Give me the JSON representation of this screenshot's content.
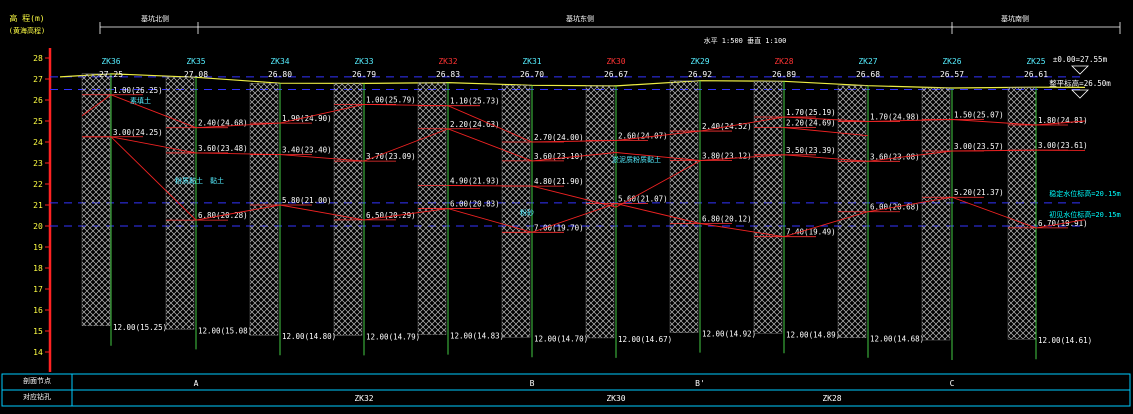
{
  "header": {
    "axis_title_1": "高 程(m)",
    "axis_title_2": "(黄海高程)",
    "section_left": "基坑北侧",
    "section_mid": "基坑东侧",
    "section_right": "基坑南侧",
    "scale_text": "水平 1:500    垂直 1:100"
  },
  "elevation_ticks": [
    "28",
    "27",
    "26",
    "25",
    "24",
    "23",
    "22",
    "21",
    "20",
    "19",
    "18",
    "17",
    "16",
    "15",
    "14"
  ],
  "boreholes": [
    {
      "id": "ZK36",
      "top": "27.25",
      "color": "cyan",
      "bottom_label": "12.00(15.25)",
      "layers": [
        {
          "t": "1.00(26.25)",
          "side": "right"
        },
        {
          "t": "3.00(24.25)",
          "side": "right"
        }
      ]
    },
    {
      "id": "ZK35",
      "top": "27.08",
      "color": "cyan",
      "bottom_label": "12.00(15.08)",
      "layers": [
        {
          "t": "2.40(24.68)",
          "side": "right"
        },
        {
          "t": "3.60(23.48)",
          "side": "right"
        },
        {
          "t": "6.80(20.28)",
          "side": "right"
        }
      ]
    },
    {
      "id": "ZK34",
      "top": "26.80",
      "color": "cyan",
      "bottom_label": "12.00(14.80)",
      "layers": [
        {
          "t": "1.90(24.90)",
          "side": "right"
        },
        {
          "t": "3.40(23.40)",
          "side": "right"
        },
        {
          "t": "5.80(21.00)",
          "side": "right"
        }
      ]
    },
    {
      "id": "ZK33",
      "top": "26.79",
      "color": "cyan",
      "bottom_label": "12.00(14.79)",
      "layers": [
        {
          "t": "1.00(25.79)",
          "side": "right"
        },
        {
          "t": "3.70(23.09)",
          "side": "right"
        },
        {
          "t": "6.50(20.29)",
          "side": "right"
        }
      ]
    },
    {
      "id": "ZK32",
      "top": "26.83",
      "color": "red",
      "bottom_label": "12.00(14.83)",
      "layers": [
        {
          "t": "1.10(25.73)",
          "side": "right"
        },
        {
          "t": "2.20(24.63)",
          "side": "right"
        },
        {
          "t": "4.90(21.93)",
          "side": "right"
        },
        {
          "t": "6.00(20.83)",
          "side": "right"
        }
      ]
    },
    {
      "id": "ZK31",
      "top": "26.70",
      "color": "cyan",
      "bottom_label": "12.00(14.70)",
      "layers": [
        {
          "t": "2.70(24.00)",
          "side": "right"
        },
        {
          "t": "3.60(23.10)",
          "side": "right"
        },
        {
          "t": "4.80(21.90)",
          "side": "right"
        },
        {
          "t": "7.00(19.70)",
          "side": "right"
        }
      ]
    },
    {
      "id": "ZK30",
      "top": "26.67",
      "color": "red",
      "bottom_label": "12.00(14.67)",
      "layers": [
        {
          "t": "2.60(24.07)",
          "side": "right"
        },
        {
          "t": "5.60(21.07)",
          "side": "right"
        }
      ]
    },
    {
      "id": "ZK29",
      "top": "26.92",
      "color": "cyan",
      "bottom_label": "12.00(14.92)",
      "layers": [
        {
          "t": "2.40(24.52)",
          "side": "right"
        },
        {
          "t": "3.80(23.12)",
          "side": "right"
        },
        {
          "t": "6.80(20.12)",
          "side": "right"
        }
      ]
    },
    {
      "id": "ZK28",
      "top": "26.89",
      "color": "red",
      "bottom_label": "12.00(14.89)",
      "layers": [
        {
          "t": "1.70(25.19)",
          "side": "right"
        },
        {
          "t": "2.20(24.69)",
          "side": "right"
        },
        {
          "t": "3.50(23.39)",
          "side": "right"
        },
        {
          "t": "7.40(19.49)",
          "side": "right"
        }
      ]
    },
    {
      "id": "ZK27",
      "top": "26.68",
      "color": "cyan",
      "bottom_label": "12.00(14.68)",
      "layers": [
        {
          "t": "1.70(24.98)",
          "side": "right"
        },
        {
          "t": "3.60(23.08)",
          "side": "right"
        },
        {
          "t": "6.00(20.68)",
          "side": "right"
        }
      ]
    },
    {
      "id": "ZK26",
      "top": "26.57",
      "color": "cyan",
      "bottom_label": "",
      "layers": [
        {
          "t": "1.50(25.07)",
          "side": "right"
        },
        {
          "t": "3.00(23.57)",
          "side": "right"
        },
        {
          "t": "5.20(21.37)",
          "side": "right"
        }
      ]
    },
    {
      "id": "ZK25",
      "top": "26.61",
      "color": "cyan",
      "bottom_label": "12.00(14.61)",
      "layers": [
        {
          "t": "1.80(24.81)",
          "side": "right"
        },
        {
          "t": "3.00(23.61)",
          "side": "right"
        },
        {
          "t": "6.70(19.91)",
          "side": "right"
        }
      ]
    }
  ],
  "soil_labels": [
    "素填土",
    "粉质黏土",
    "黏土",
    "淤泥质粉质黏土",
    "粉砂"
  ],
  "right_notes": {
    "datum": "±0.00=27.55m",
    "ground": "整平标高=26.50m",
    "water1": "稳定水位标高=20.15m",
    "water2": "初见水位标高=20.15m"
  },
  "bottom_table": {
    "row1_title": "剖面节点",
    "row2_title": "对应钻孔",
    "nodes": [
      "A",
      "B",
      "B'",
      "C"
    ],
    "holes": [
      "ZK32",
      "ZK30",
      "ZK28"
    ]
  }
}
